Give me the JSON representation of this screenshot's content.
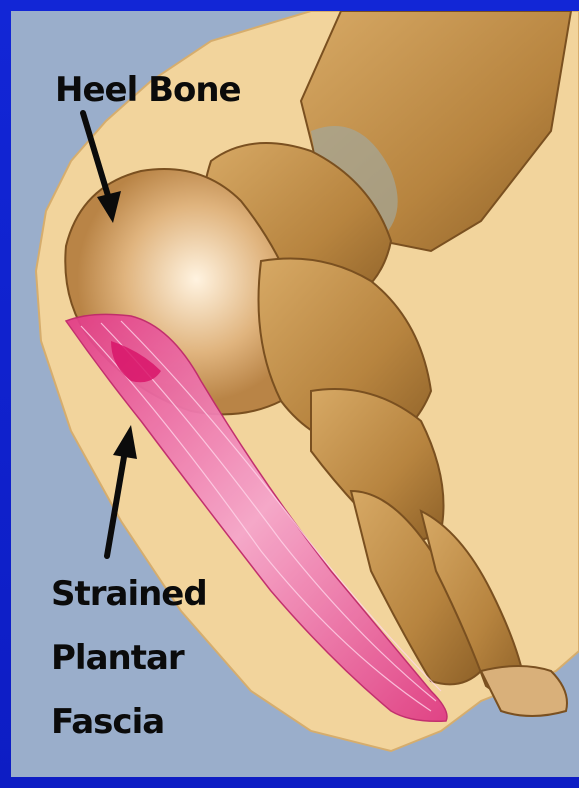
{
  "labels": {
    "heel_bone": "Heel Bone",
    "strained_line1": "Strained",
    "strained_line2": "Plantar",
    "strained_line3": "Fascia"
  },
  "colors": {
    "frame": "#0f1fd0",
    "background": "#9aaecb",
    "skin": "#f2d49c",
    "bone": "#c99a58",
    "bone_shadow": "#8a5f2a",
    "fascia": "#e0408a",
    "label": "#0b0b0b"
  }
}
